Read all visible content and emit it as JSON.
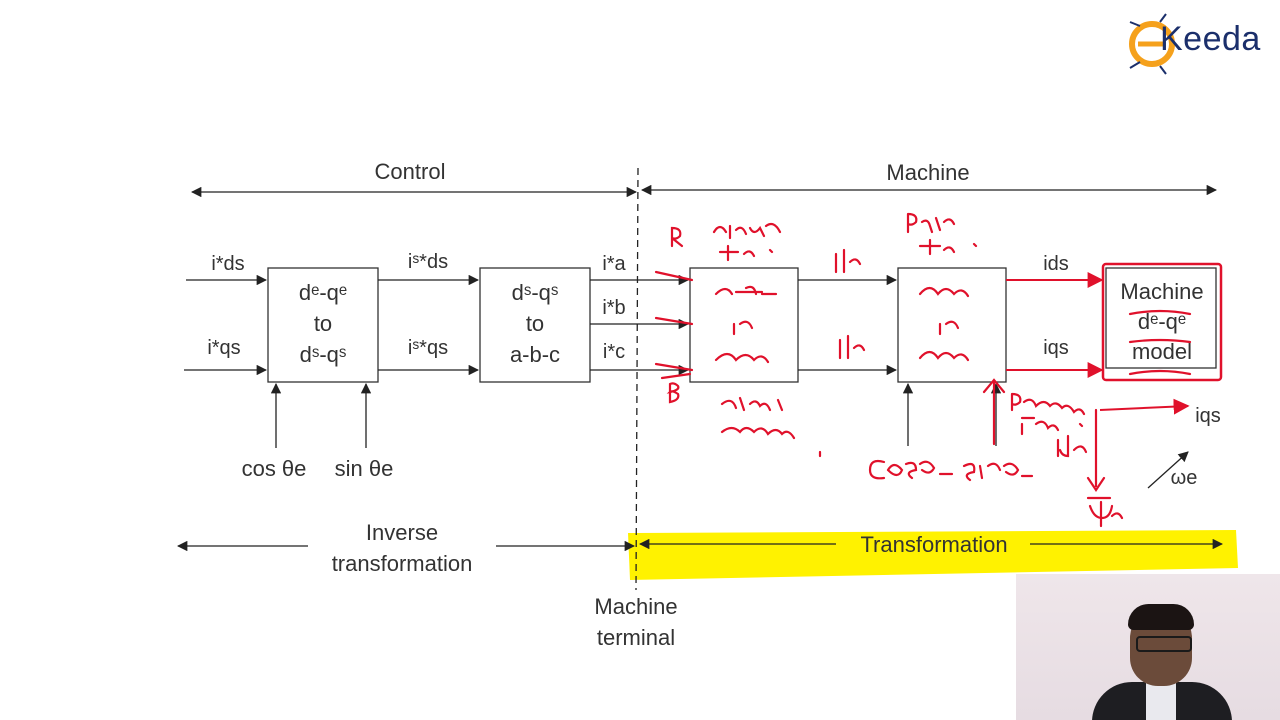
{
  "header": {
    "control": "Control",
    "machine": "Machine"
  },
  "blocks": {
    "block1": [
      "dᵉ-qᵉ",
      "to",
      "dˢ-qˢ"
    ],
    "block2": [
      "dˢ-qˢ",
      "to",
      "a-b-c"
    ],
    "machine_model": [
      "Machine",
      "dᵉ-qᵉ",
      "model"
    ]
  },
  "signals": {
    "ids_star": "i*ds",
    "iqs_star": "i*qs",
    "ids_s_star": "iˢ*ds",
    "iqs_s_star": "iˢ*qs",
    "ia_star": "i*a",
    "ib_star": "i*b",
    "ic_star": "i*c",
    "ids": "ids",
    "iqs": "iqs",
    "iqs_out": "iqs",
    "omega": "ωe",
    "cos": "cos θe",
    "sin": "sin θe"
  },
  "bottom": {
    "inverse_line1": "Inverse",
    "inverse_line2": "transformation",
    "transformation": "Transformation",
    "terminal_line1": "Machine",
    "terminal_line2": "terminal"
  },
  "logo": {
    "text": "Keeda"
  },
  "colors": {
    "annotation": "#e0112b",
    "highlight": "#fff200",
    "logo_orange": "#f5a11c",
    "logo_navy": "#1b2f6b"
  }
}
